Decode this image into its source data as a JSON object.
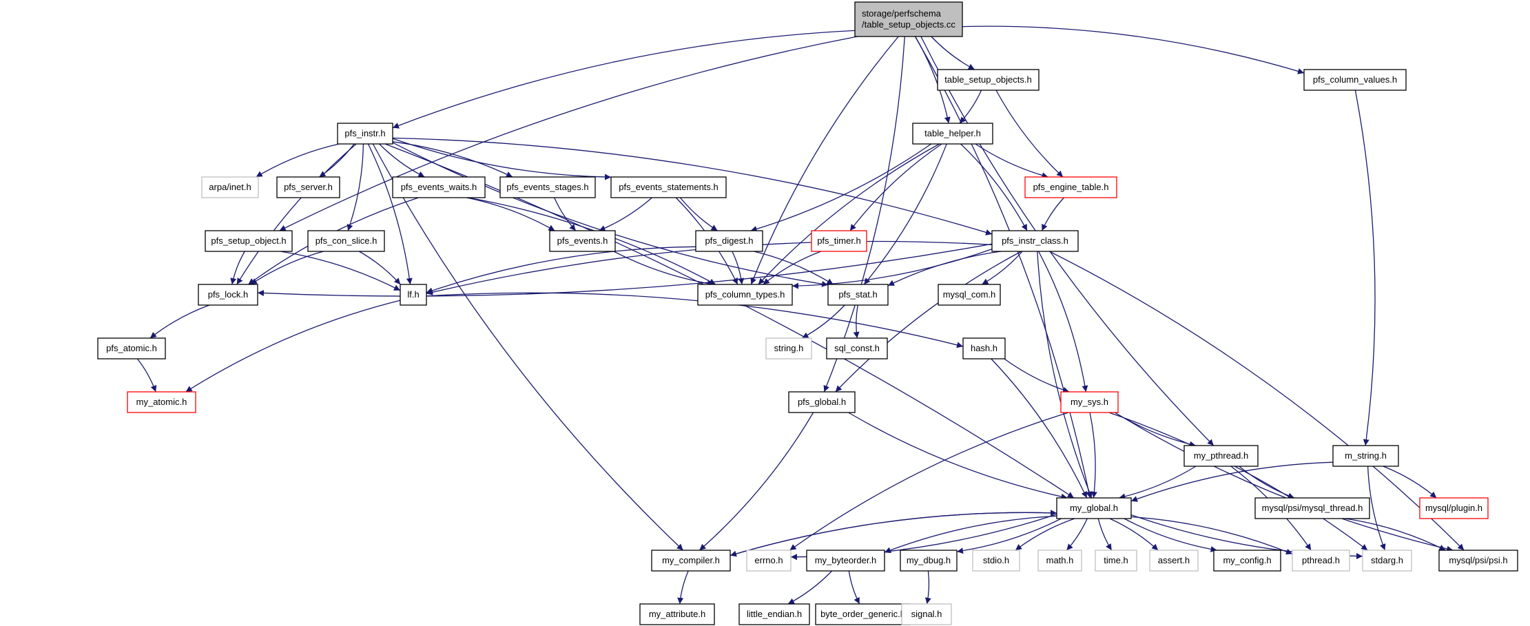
{
  "graph": {
    "colors": {
      "edge": "#191970",
      "normal_border": "#000000",
      "truncated_border": "#ff0000",
      "external_border": "#bfbfbf",
      "root_fill": "#bfbfbf",
      "fill": "#ffffff"
    },
    "nodes": [
      {
        "id": "root",
        "lines": [
          "storage/perfschema",
          "/table_setup_objects.cc"
        ],
        "style": "root"
      },
      {
        "id": "table_setup_objects_h",
        "lines": [
          "table_setup_objects.h"
        ],
        "style": "normal"
      },
      {
        "id": "pfs_column_values_h",
        "lines": [
          "pfs_column_values.h"
        ],
        "style": "normal"
      },
      {
        "id": "pfs_instr_h",
        "lines": [
          "pfs_instr.h"
        ],
        "style": "normal"
      },
      {
        "id": "table_helper_h",
        "lines": [
          "table_helper.h"
        ],
        "style": "normal"
      },
      {
        "id": "arpa_inet_h",
        "lines": [
          "arpa/inet.h"
        ],
        "style": "external"
      },
      {
        "id": "pfs_server_h",
        "lines": [
          "pfs_server.h"
        ],
        "style": "normal"
      },
      {
        "id": "pfs_events_waits_h",
        "lines": [
          "pfs_events_waits.h"
        ],
        "style": "normal"
      },
      {
        "id": "pfs_events_stages_h",
        "lines": [
          "pfs_events_stages.h"
        ],
        "style": "normal"
      },
      {
        "id": "pfs_events_statements_h",
        "lines": [
          "pfs_events_statements.h"
        ],
        "style": "normal"
      },
      {
        "id": "pfs_engine_table_h",
        "lines": [
          "pfs_engine_table.h"
        ],
        "style": "truncated"
      },
      {
        "id": "pfs_setup_object_h",
        "lines": [
          "pfs_setup_object.h"
        ],
        "style": "normal"
      },
      {
        "id": "pfs_con_slice_h",
        "lines": [
          "pfs_con_slice.h"
        ],
        "style": "normal"
      },
      {
        "id": "pfs_events_h",
        "lines": [
          "pfs_events.h"
        ],
        "style": "normal"
      },
      {
        "id": "pfs_digest_h",
        "lines": [
          "pfs_digest.h"
        ],
        "style": "normal"
      },
      {
        "id": "pfs_timer_h",
        "lines": [
          "pfs_timer.h"
        ],
        "style": "truncated"
      },
      {
        "id": "pfs_instr_class_h",
        "lines": [
          "pfs_instr_class.h"
        ],
        "style": "normal"
      },
      {
        "id": "pfs_lock_h",
        "lines": [
          "pfs_lock.h"
        ],
        "style": "normal"
      },
      {
        "id": "lf_h",
        "lines": [
          "lf.h"
        ],
        "style": "normal"
      },
      {
        "id": "pfs_column_types_h",
        "lines": [
          "pfs_column_types.h"
        ],
        "style": "normal"
      },
      {
        "id": "pfs_stat_h",
        "lines": [
          "pfs_stat.h"
        ],
        "style": "normal"
      },
      {
        "id": "mysql_com_h",
        "lines": [
          "mysql_com.h"
        ],
        "style": "normal"
      },
      {
        "id": "pfs_atomic_h",
        "lines": [
          "pfs_atomic.h"
        ],
        "style": "normal"
      },
      {
        "id": "string_h",
        "lines": [
          "string.h"
        ],
        "style": "external"
      },
      {
        "id": "sql_const_h",
        "lines": [
          "sql_const.h"
        ],
        "style": "normal"
      },
      {
        "id": "hash_h",
        "lines": [
          "hash.h"
        ],
        "style": "normal"
      },
      {
        "id": "my_atomic_h",
        "lines": [
          "my_atomic.h"
        ],
        "style": "truncated"
      },
      {
        "id": "pfs_global_h",
        "lines": [
          "pfs_global.h"
        ],
        "style": "normal"
      },
      {
        "id": "my_sys_h",
        "lines": [
          "my_sys.h"
        ],
        "style": "truncated"
      },
      {
        "id": "my_pthread_h",
        "lines": [
          "my_pthread.h"
        ],
        "style": "normal"
      },
      {
        "id": "m_string_h",
        "lines": [
          "m_string.h"
        ],
        "style": "normal"
      },
      {
        "id": "mysql_psi_mysql_thread_h",
        "lines": [
          "mysql/psi/mysql_thread.h"
        ],
        "style": "normal"
      },
      {
        "id": "my_global_h",
        "lines": [
          "my_global.h"
        ],
        "style": "normal"
      },
      {
        "id": "mysql_plugin_h",
        "lines": [
          "mysql/plugin.h"
        ],
        "style": "truncated"
      },
      {
        "id": "my_compiler_h",
        "lines": [
          "my_compiler.h"
        ],
        "style": "normal"
      },
      {
        "id": "errno_h",
        "lines": [
          "errno.h"
        ],
        "style": "external"
      },
      {
        "id": "my_byteorder_h",
        "lines": [
          "my_byteorder.h"
        ],
        "style": "normal"
      },
      {
        "id": "my_dbug_h",
        "lines": [
          "my_dbug.h"
        ],
        "style": "normal"
      },
      {
        "id": "stdio_h",
        "lines": [
          "stdio.h"
        ],
        "style": "external"
      },
      {
        "id": "math_h",
        "lines": [
          "math.h"
        ],
        "style": "external"
      },
      {
        "id": "time_h",
        "lines": [
          "time.h"
        ],
        "style": "external"
      },
      {
        "id": "assert_h",
        "lines": [
          "assert.h"
        ],
        "style": "external"
      },
      {
        "id": "my_config_h",
        "lines": [
          "my_config.h"
        ],
        "style": "normal"
      },
      {
        "id": "pthread_h",
        "lines": [
          "pthread.h"
        ],
        "style": "external"
      },
      {
        "id": "stdarg_h",
        "lines": [
          "stdarg.h"
        ],
        "style": "external"
      },
      {
        "id": "mysql_psi_psi_h",
        "lines": [
          "mysql/psi/psi.h"
        ],
        "style": "normal"
      },
      {
        "id": "my_attribute_h",
        "lines": [
          "my_attribute.h"
        ],
        "style": "normal"
      },
      {
        "id": "little_endian_h",
        "lines": [
          "little_endian.h"
        ],
        "style": "normal"
      },
      {
        "id": "byte_order_generic_h",
        "lines": [
          "byte_order_generic.h"
        ],
        "style": "normal"
      },
      {
        "id": "signal_h",
        "lines": [
          "signal.h"
        ],
        "style": "external"
      }
    ],
    "edges": [
      [
        "root",
        "table_setup_objects_h"
      ],
      [
        "root",
        "pfs_column_values_h"
      ],
      [
        "root",
        "pfs_instr_h"
      ],
      [
        "root",
        "table_helper_h"
      ],
      [
        "root",
        "pfs_setup_object_h"
      ],
      [
        "root",
        "pfs_global_h"
      ],
      [
        "root",
        "pfs_column_types_h"
      ],
      [
        "root",
        "my_global_h"
      ],
      [
        "root",
        "my_pthread_h"
      ],
      [
        "table_setup_objects_h",
        "table_helper_h"
      ],
      [
        "table_setup_objects_h",
        "pfs_engine_table_h"
      ],
      [
        "pfs_column_values_h",
        "m_string_h"
      ],
      [
        "pfs_instr_h",
        "arpa_inet_h"
      ],
      [
        "pfs_instr_h",
        "pfs_server_h"
      ],
      [
        "pfs_instr_h",
        "pfs_events_waits_h"
      ],
      [
        "pfs_instr_h",
        "pfs_events_stages_h"
      ],
      [
        "pfs_instr_h",
        "pfs_events_statements_h"
      ],
      [
        "pfs_instr_h",
        "pfs_con_slice_h"
      ],
      [
        "pfs_instr_h",
        "pfs_lock_h"
      ],
      [
        "pfs_instr_h",
        "lf_h"
      ],
      [
        "pfs_instr_h",
        "pfs_stat_h"
      ],
      [
        "pfs_instr_h",
        "pfs_instr_class_h"
      ],
      [
        "pfs_instr_h",
        "my_compiler_h"
      ],
      [
        "pfs_instr_h",
        "my_global_h"
      ],
      [
        "table_helper_h",
        "pfs_engine_table_h"
      ],
      [
        "table_helper_h",
        "pfs_digest_h"
      ],
      [
        "table_helper_h",
        "pfs_timer_h"
      ],
      [
        "table_helper_h",
        "pfs_instr_class_h"
      ],
      [
        "table_helper_h",
        "pfs_column_types_h"
      ],
      [
        "table_helper_h",
        "pfs_stat_h"
      ],
      [
        "pfs_engine_table_h",
        "pfs_instr_class_h"
      ],
      [
        "pfs_events_waits_h",
        "pfs_events_h"
      ],
      [
        "pfs_events_waits_h",
        "pfs_lock_h"
      ],
      [
        "pfs_events_waits_h",
        "pfs_column_types_h"
      ],
      [
        "pfs_events_stages_h",
        "pfs_events_h"
      ],
      [
        "pfs_events_statements_h",
        "pfs_events_h"
      ],
      [
        "pfs_events_statements_h",
        "pfs_digest_h"
      ],
      [
        "pfs_events_statements_h",
        "pfs_column_types_h"
      ],
      [
        "pfs_setup_object_h",
        "pfs_lock_h"
      ],
      [
        "pfs_setup_object_h",
        "lf_h"
      ],
      [
        "pfs_con_slice_h",
        "pfs_lock_h"
      ],
      [
        "pfs_con_slice_h",
        "lf_h"
      ],
      [
        "pfs_events_h",
        "pfs_column_types_h"
      ],
      [
        "pfs_digest_h",
        "pfs_column_types_h"
      ],
      [
        "pfs_digest_h",
        "lf_h"
      ],
      [
        "pfs_digest_h",
        "pfs_stat_h"
      ],
      [
        "pfs_timer_h",
        "pfs_column_types_h"
      ],
      [
        "pfs_instr_class_h",
        "pfs_lock_h"
      ],
      [
        "pfs_instr_class_h",
        "lf_h"
      ],
      [
        "pfs_instr_class_h",
        "pfs_column_types_h"
      ],
      [
        "pfs_instr_class_h",
        "pfs_stat_h"
      ],
      [
        "pfs_instr_class_h",
        "mysql_com_h"
      ],
      [
        "pfs_instr_class_h",
        "pfs_global_h"
      ],
      [
        "pfs_instr_class_h",
        "my_sys_h"
      ],
      [
        "pfs_instr_class_h",
        "my_global_h"
      ],
      [
        "pfs_instr_class_h",
        "mysql_psi_psi_h"
      ],
      [
        "pfs_lock_h",
        "pfs_atomic_h"
      ],
      [
        "lf_h",
        "hash_h"
      ],
      [
        "lf_h",
        "my_atomic_h"
      ],
      [
        "pfs_stat_h",
        "string_h"
      ],
      [
        "pfs_stat_h",
        "sql_const_h"
      ],
      [
        "pfs_atomic_h",
        "my_atomic_h"
      ],
      [
        "hash_h",
        "my_sys_h"
      ],
      [
        "hash_h",
        "my_global_h"
      ],
      [
        "pfs_global_h",
        "my_global_h"
      ],
      [
        "pfs_global_h",
        "my_compiler_h"
      ],
      [
        "my_sys_h",
        "my_pthread_h"
      ],
      [
        "my_sys_h",
        "my_global_h"
      ],
      [
        "my_sys_h",
        "errno_h"
      ],
      [
        "my_sys_h",
        "stdarg_h"
      ],
      [
        "my_sys_h",
        "mysql_psi_psi_h"
      ],
      [
        "my_pthread_h",
        "my_global_h"
      ],
      [
        "my_pthread_h",
        "mysql_psi_mysql_thread_h"
      ],
      [
        "my_pthread_h",
        "pthread_h"
      ],
      [
        "m_string_h",
        "my_global_h"
      ],
      [
        "m_string_h",
        "mysql_plugin_h"
      ],
      [
        "m_string_h",
        "stdarg_h"
      ],
      [
        "mysql_psi_mysql_thread_h",
        "mysql_psi_psi_h"
      ],
      [
        "my_global_h",
        "my_compiler_h"
      ],
      [
        "my_global_h",
        "errno_h"
      ],
      [
        "my_global_h",
        "my_byteorder_h"
      ],
      [
        "my_global_h",
        "my_dbug_h"
      ],
      [
        "my_global_h",
        "stdio_h"
      ],
      [
        "my_global_h",
        "math_h"
      ],
      [
        "my_global_h",
        "time_h"
      ],
      [
        "my_global_h",
        "assert_h"
      ],
      [
        "my_global_h",
        "my_config_h"
      ],
      [
        "my_global_h",
        "pthread_h"
      ],
      [
        "my_global_h",
        "stdarg_h"
      ],
      [
        "my_compiler_h",
        "my_global_h"
      ],
      [
        "my_compiler_h",
        "my_attribute_h"
      ],
      [
        "my_byteorder_h",
        "little_endian_h"
      ],
      [
        "my_byteorder_h",
        "byte_order_generic_h"
      ],
      [
        "my_dbug_h",
        "signal_h"
      ]
    ]
  }
}
